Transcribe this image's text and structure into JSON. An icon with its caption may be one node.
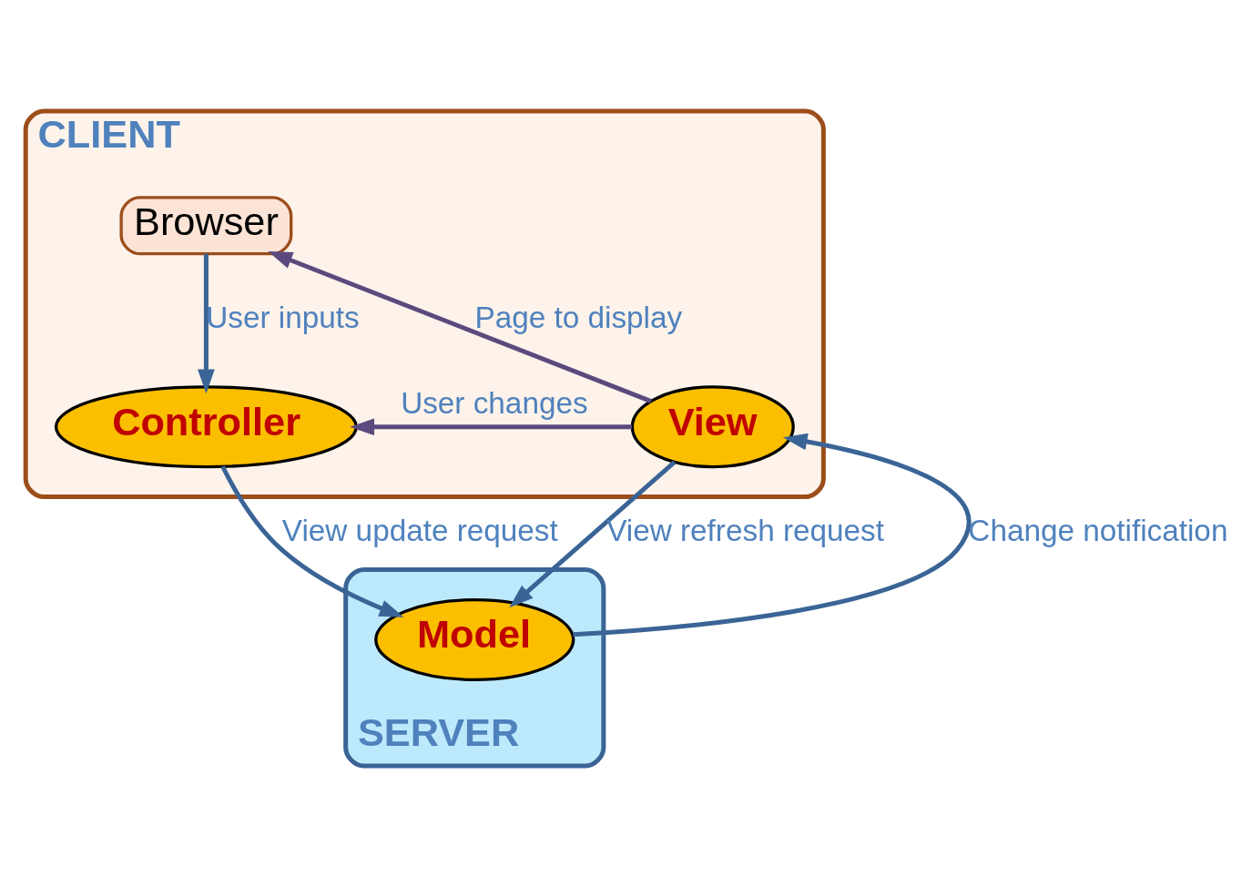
{
  "diagram": {
    "nodes": [
      {
        "text": [
          "CLIENT"
        ]
      },
      {
        "text": [
          "Browser"
        ],
        "in": 0
      },
      {
        "text": [
          "Controller"
        ],
        "in": 0
      },
      {
        "text": [
          "View"
        ],
        "in": 0
      },
      {
        "text": [
          "SERVER"
        ]
      },
      {
        "text": [
          "Model"
        ],
        "in": 4
      }
    ],
    "edges": [
      {
        "from": 1,
        "to": 2,
        "arrow": "to",
        "label": "User inputs"
      },
      {
        "from": 3,
        "to": 1,
        "arrow": "to",
        "label": "Page to display",
        "color": "#5b4a7e"
      },
      {
        "from": 3,
        "to": 2,
        "arrow": "to",
        "label": "User changes",
        "color": "#5b4a7e"
      },
      {
        "from": 2,
        "to": 5,
        "arrow": "to",
        "label": "View update request"
      },
      {
        "from": 5,
        "to": 3,
        "arrow": "to",
        "label": "Change notification"
      },
      {
        "from": 3,
        "to": 5,
        "arrow": "to",
        "label": "View refresh request"
      }
    ]
  }
}
